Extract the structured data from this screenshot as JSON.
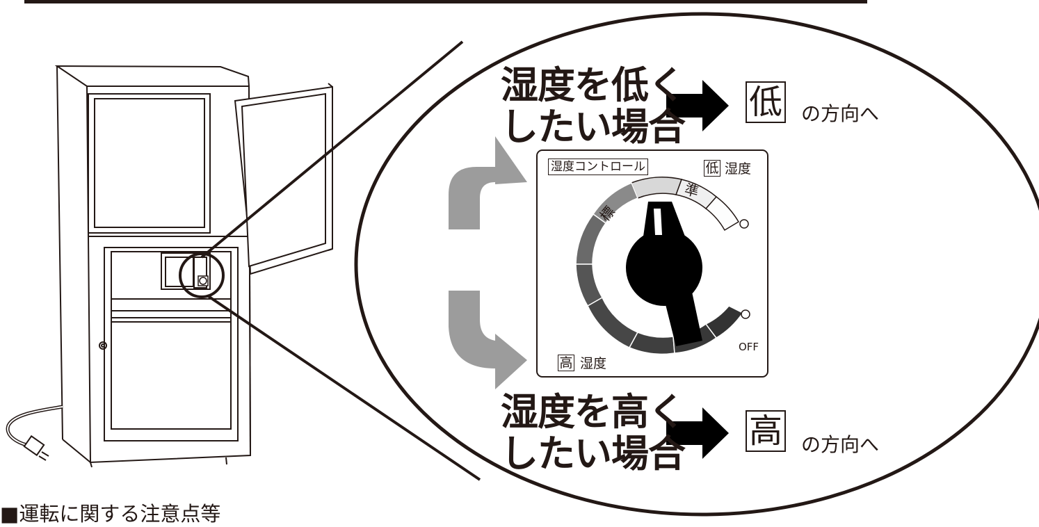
{
  "low": {
    "heading_line1": "湿度を低く",
    "heading_line2": "したい場合",
    "boxed_char": "低",
    "direction": "の方向へ"
  },
  "high": {
    "heading_line1": "湿度を高く",
    "heading_line2": "したい場合",
    "boxed_char": "高",
    "direction": "の方向へ"
  },
  "panel": {
    "title": "湿度コントロール",
    "low_box": "低",
    "low_text": "湿度",
    "high_box": "高",
    "high_text": "湿度",
    "seg_standard": "標",
    "seg_standard2": "準",
    "off_label": "OFF"
  },
  "section_heading": "■運転に関する注意点等",
  "colors": {
    "ink": "#231815",
    "arrow_gray": "#9c9c9c",
    "dial_dark": "#3a3a3a"
  }
}
